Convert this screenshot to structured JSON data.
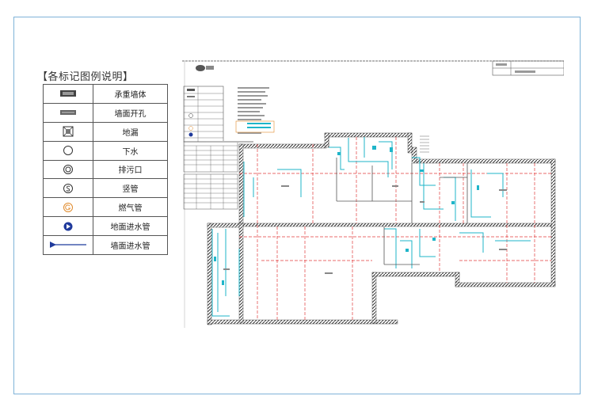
{
  "legend": {
    "title": "【各标记图例说明】",
    "items": [
      {
        "symbol": "bearing-wall-icon",
        "label": "承重墙体"
      },
      {
        "symbol": "wall-opening-icon",
        "label": "墙面开孔"
      },
      {
        "symbol": "floor-drain-icon",
        "label": "地漏"
      },
      {
        "symbol": "drain-circle-icon",
        "label": "下水"
      },
      {
        "symbol": "sewage-outlet-icon",
        "label": "排污口"
      },
      {
        "symbol": "vertical-pipe-icon",
        "label": "竖管"
      },
      {
        "symbol": "gas-pipe-icon",
        "label": "燃气管"
      },
      {
        "symbol": "floor-water-inlet-icon",
        "label": "地面进水管"
      },
      {
        "symbol": "wall-water-inlet-icon",
        "label": "墙面进水管"
      }
    ]
  },
  "colors": {
    "frame": "#7fb3d8",
    "wall": "#333333",
    "pipe_cyan": "#1fb5c9",
    "dimension_red": "#e23b3b",
    "gas_orange": "#e08a2b",
    "inlet_blue": "#1f3a9c"
  }
}
